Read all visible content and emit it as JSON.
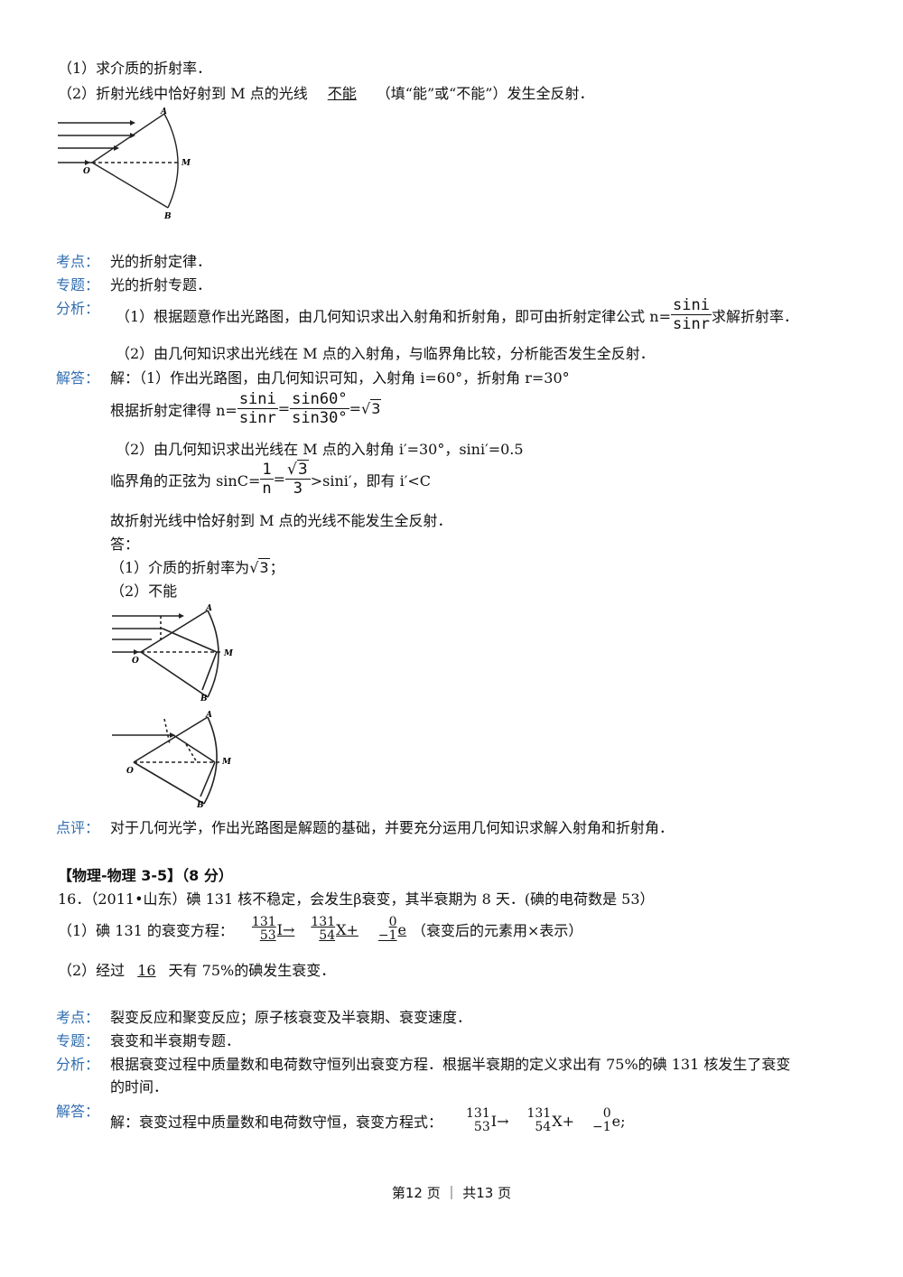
{
  "q15": {
    "part1": "（1）求介质的折射率．",
    "part2_prefix": "（2）折射光线中恰好射到 M 点的光线",
    "part2_answer": "不能",
    "part2_suffix": "（填“能”或“不能”）发生全反射．"
  },
  "diagram_labels": {
    "A": "A",
    "B": "B",
    "O": "O",
    "M": "M"
  },
  "analysis": {
    "kaodian_label": "考点：",
    "kaodian": "光的折射定律．",
    "zhuanti_label": "专题：",
    "zhuanti": "光的折射专题．",
    "fenxi_label": "分析：",
    "fenxi_1_prefix": "（1）根据题意作出光路图，由几何知识求出入射角和折射角，即可由折射定律公式 n=",
    "fenxi_1_num": "sini",
    "fenxi_1_den": "sinr",
    "fenxi_1_suffix": "求解折射率．",
    "fenxi_2": "（2）由几何知识求出光线在 M 点的入射角，与临界角比较，分析能否发生全反射．",
    "jieda_label": "解答：",
    "jieda_1": "解：（1）作出光路图，由几何知识可知，入射角 i=60°，折射角 r=30°",
    "jieda_2_prefix": "根据折射定律得  n=",
    "jieda_2_f1_num": "sini",
    "jieda_2_f1_den": "sinr",
    "jieda_2_eq": "=",
    "jieda_2_f2_num": "sin60°",
    "jieda_2_f2_den": "sin30°",
    "jieda_2_eq2": "=",
    "sqrt_sign": "√",
    "sqrt_3": "3",
    "jieda_3": "（2）由几何知识求出光线在 M 点的入射角 i′=30°，sini′=0.5",
    "jieda_4_prefix": "临界角的正弦为 sinC=",
    "jieda_4_f1_num": "1",
    "jieda_4_f1_den": "n",
    "jieda_4_eq": "=",
    "jieda_4_f2_den": "3",
    "jieda_4_suffix": ">sini′，即有 i′<C",
    "jieda_5": "故折射光线中恰好射到 M 点的光线不能发生全反射．",
    "da": "答：",
    "da_1_prefix": "（1）介质的折射率为",
    "da_1_suffix": "；",
    "da_2": "（2）不能",
    "dianping_label": "点评：",
    "dianping": "对于几何光学，作出光路图是解题的基础，并要充分运用几何知识求解入射角和折射角．"
  },
  "section_header": "【物理-物理 3-5】（8 分）",
  "q16": {
    "stem": "16．（2011•山东）碘 131 核不稳定，会发生β衰变，其半衰期为 8 天．(碘的电荷数是 53）",
    "part1_prefix": "（1）碘 131 的衰变方程：",
    "part1_suffix": "（衰变后的元素用×表示）",
    "part2_prefix": "（2）经过",
    "part2_answer": "16",
    "part2_suffix": "天有 75%的碘发生衰变．",
    "eq": {
      "I_mass": "131",
      "I_z": "53",
      "I_sym": "I→",
      "X_mass": "131",
      "X_z": "54",
      "X_sym": "X+",
      "e_mass": "0",
      "e_z": "−1",
      "e_sym": "e"
    }
  },
  "analysis16": {
    "kaodian_label": "考点：",
    "kaodian": "裂变反应和聚变反应；原子核衰变及半衰期、衰变速度．",
    "zhuanti_label": "专题：",
    "zhuanti": "衰变和半衰期专题．",
    "fenxi_label": "分析：",
    "fenxi_1": "根据衰变过程中质量数和电荷数守恒列出衰变方程．根据半衰期的定义求出有 75%的碘 131 核发生了衰变",
    "fenxi_2": "的时间．",
    "jieda_label": "解答：",
    "jieda_prefix": "解：衰变过程中质量数和电荷数守恒，衰变方程式：",
    "jieda_suffix": ";"
  },
  "footer": "第12 页 ｜ 共13 页"
}
